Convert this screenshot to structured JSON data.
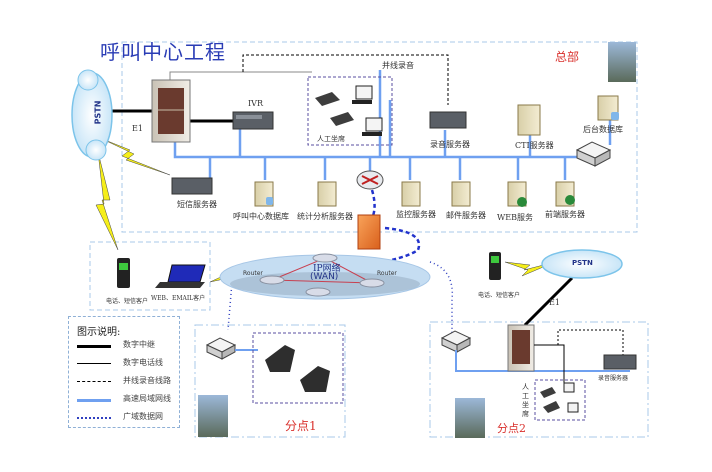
{
  "title": "呼叫中心工程",
  "regions": {
    "headquarters": "总部",
    "branch1": "分点1",
    "branch2": "分点2"
  },
  "clouds": {
    "pstn_left": "PSTN",
    "pstn_right": "PSTN",
    "wan_line1": "IP网络",
    "wan_line2": "(WAN)",
    "router_left": "Router",
    "router_right": "Router"
  },
  "links": {
    "e1_left": "E1",
    "e1_right": "E1",
    "parallel_recording": "并线录音"
  },
  "devices": {
    "ivr": "IVR",
    "agents": "人工坐席",
    "recording_server": "录音服务器",
    "cti_server": "CTI服务器",
    "backend_db": "后台数据库",
    "sms_server": "短信服务器",
    "callcenter_db": "呼叫中心数据库",
    "stats_server": "统计分析服务器",
    "monitor_server": "监控服务器",
    "mail_server": "邮件服务器",
    "web_server": "WEB服务",
    "frontend_server": "前端服务器",
    "phone_sms_client_left": "电话、短信客户",
    "web_email_client": "WEB、EMAIL客户",
    "phone_sms_client_right": "电话、短信客户",
    "branch2_agents": "人工坐席",
    "branch2_recording_server": "录音服务器"
  },
  "legend": {
    "title": "图示说明:",
    "items": [
      {
        "label": "数字中继",
        "style": "thick-solid",
        "color": "#000000"
      },
      {
        "label": "数字电话线",
        "style": "thin-solid",
        "color": "#000000"
      },
      {
        "label": "并线录音线路",
        "style": "dashed",
        "color": "#000000"
      },
      {
        "label": "高速局域网线",
        "style": "solid-blue",
        "color": "#6fa0f0"
      },
      {
        "label": "广域数据网",
        "style": "dotted-blue",
        "color": "#3040c0"
      }
    ]
  },
  "colors": {
    "title": "#2a3cb5",
    "region_title": "#d9302c",
    "lan": "#6fa0f0",
    "wan": "#2233cc",
    "region_border": "#a8c8e8",
    "lightning": "#f5ee1a"
  }
}
